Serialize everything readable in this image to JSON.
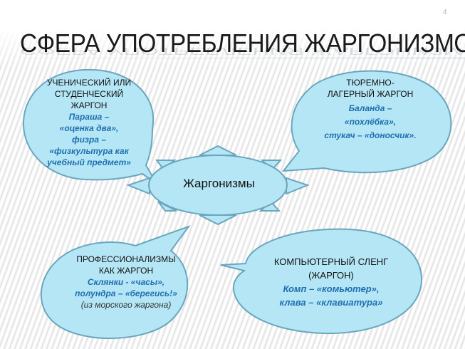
{
  "slide": {
    "number": "4",
    "title": "СФЕРА УПОТРЕБЛЕНИЯ ЖАРГОНИЗМОВ"
  },
  "diagram": {
    "center": {
      "label": "Жаргонизмы"
    },
    "bubbles": [
      {
        "id": "student",
        "heading": [
          "УЧЕНИЧЕСКИЙ ИЛИ",
          "СТУДЕНЧЕСКИЙ",
          "ЖАРГОН"
        ],
        "examples": [
          "Параша –",
          "«оценка два»,",
          "физра –",
          "«физкультура как",
          "учебный предмет»"
        ]
      },
      {
        "id": "prison",
        "heading": [
          "ТЮРЕМНО-",
          "ЛАГЕРНЫЙ ЖАРГОН"
        ],
        "examples": [
          "Баланда –",
          "«похлёбка»,",
          "стукач – «доносчик»."
        ]
      },
      {
        "id": "professional",
        "heading": [
          "ПРОФЕССИОНАЛИЗМЫ",
          "КАК ЖАРГОН"
        ],
        "examples": [
          "Склянки - «часы»,",
          "полундра – «берегись!»"
        ],
        "note": "(из морского жаргона)"
      },
      {
        "id": "computer",
        "heading": [
          "КОМПЬЮТЕРНЫЙ СЛЕНГ",
          "(ЖАРГОН)"
        ],
        "examples": [
          "Комп – «комьютер»,",
          "клава – «клавиатура»"
        ]
      }
    ]
  },
  "colors": {
    "bubble_fill": "#b5e6f5",
    "bubble_stroke": "#6aa6bd",
    "example_text": "#1f6fb0",
    "heading_text": "#111111"
  }
}
